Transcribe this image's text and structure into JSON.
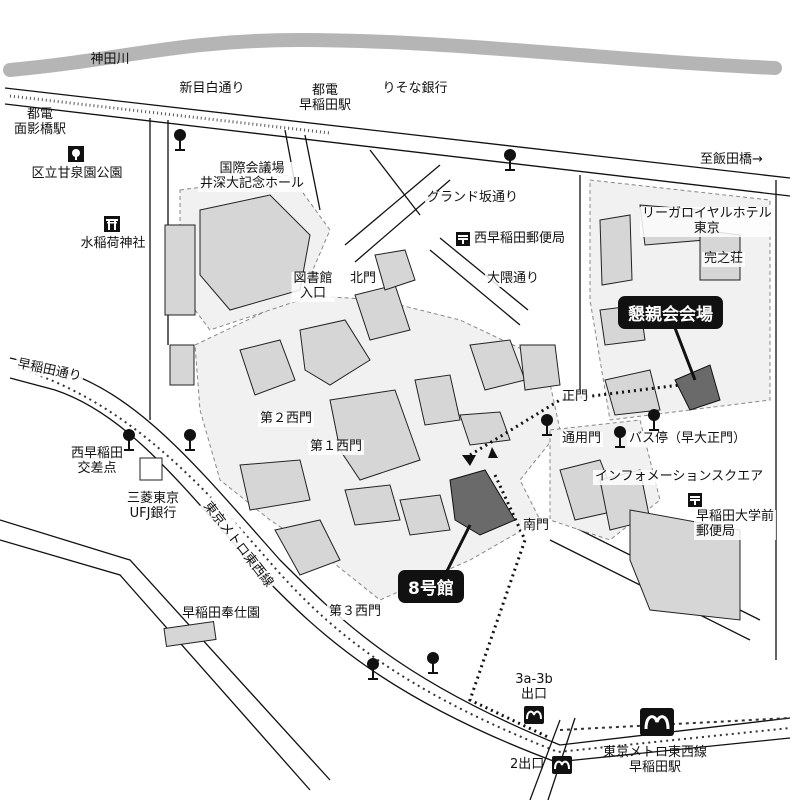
{
  "labels": {
    "river": "神田川",
    "shinmejiro": "新目白通り",
    "toden_station": "都電\n早稲田駅",
    "resona": "りそな銀行",
    "omokage_station": "都電\n面影橋駅",
    "kanzen_park": "区立甘泉園公園",
    "to_iidabashi": "至飯田橋→",
    "kokusai_hall": "国際会議場\n井深大記念ホール",
    "grand_slope": "グランド坂通り",
    "nishi_post": "西早稲田郵便局",
    "suiinari": "水稲荷神社",
    "rihga": "リーガロイヤルホテル\n東京",
    "kannonosho": "完之荘",
    "library": "図書館\n入口",
    "north_gate": "北門",
    "okuma_street": "大隈通り",
    "waseda_street": "早稲田通り",
    "west2_gate": "第２西門",
    "west1_gate": "第１西門",
    "main_gate": "正門",
    "regular_gate": "通用門",
    "bus_stop": "バス停（早大正門）",
    "info_square": "インフォメーションスクエア",
    "nishi_crossing": "西早稲田\n交差点",
    "mufg": "三菱東京\nUFJ銀行",
    "metro_line_label": "東京メトロ東西線",
    "south_gate": "南門",
    "waseda_post": "早稲田大学前\n郵便局",
    "houshien": "早稲田奉仕園",
    "west3_gate": "第３西門",
    "exit_3a3b": "3a-3b\n出口",
    "exit_2": "2出口",
    "station_waseda": "東京メトロ東西線\n早稲田駅"
  },
  "callouts": {
    "venue": "懇親会会場",
    "building8": "8号館"
  },
  "icons": {
    "tree": "tree-icon",
    "shrine": "torii-icon",
    "park": "park-icon",
    "post": "post-office-icon",
    "metro": "metro-icon"
  },
  "colors": {
    "river": "#b5b5b5",
    "building": "#d6d6d6",
    "building_dark": "#6a6a6a",
    "campus": "#f1f1f1",
    "road": "#111111"
  }
}
